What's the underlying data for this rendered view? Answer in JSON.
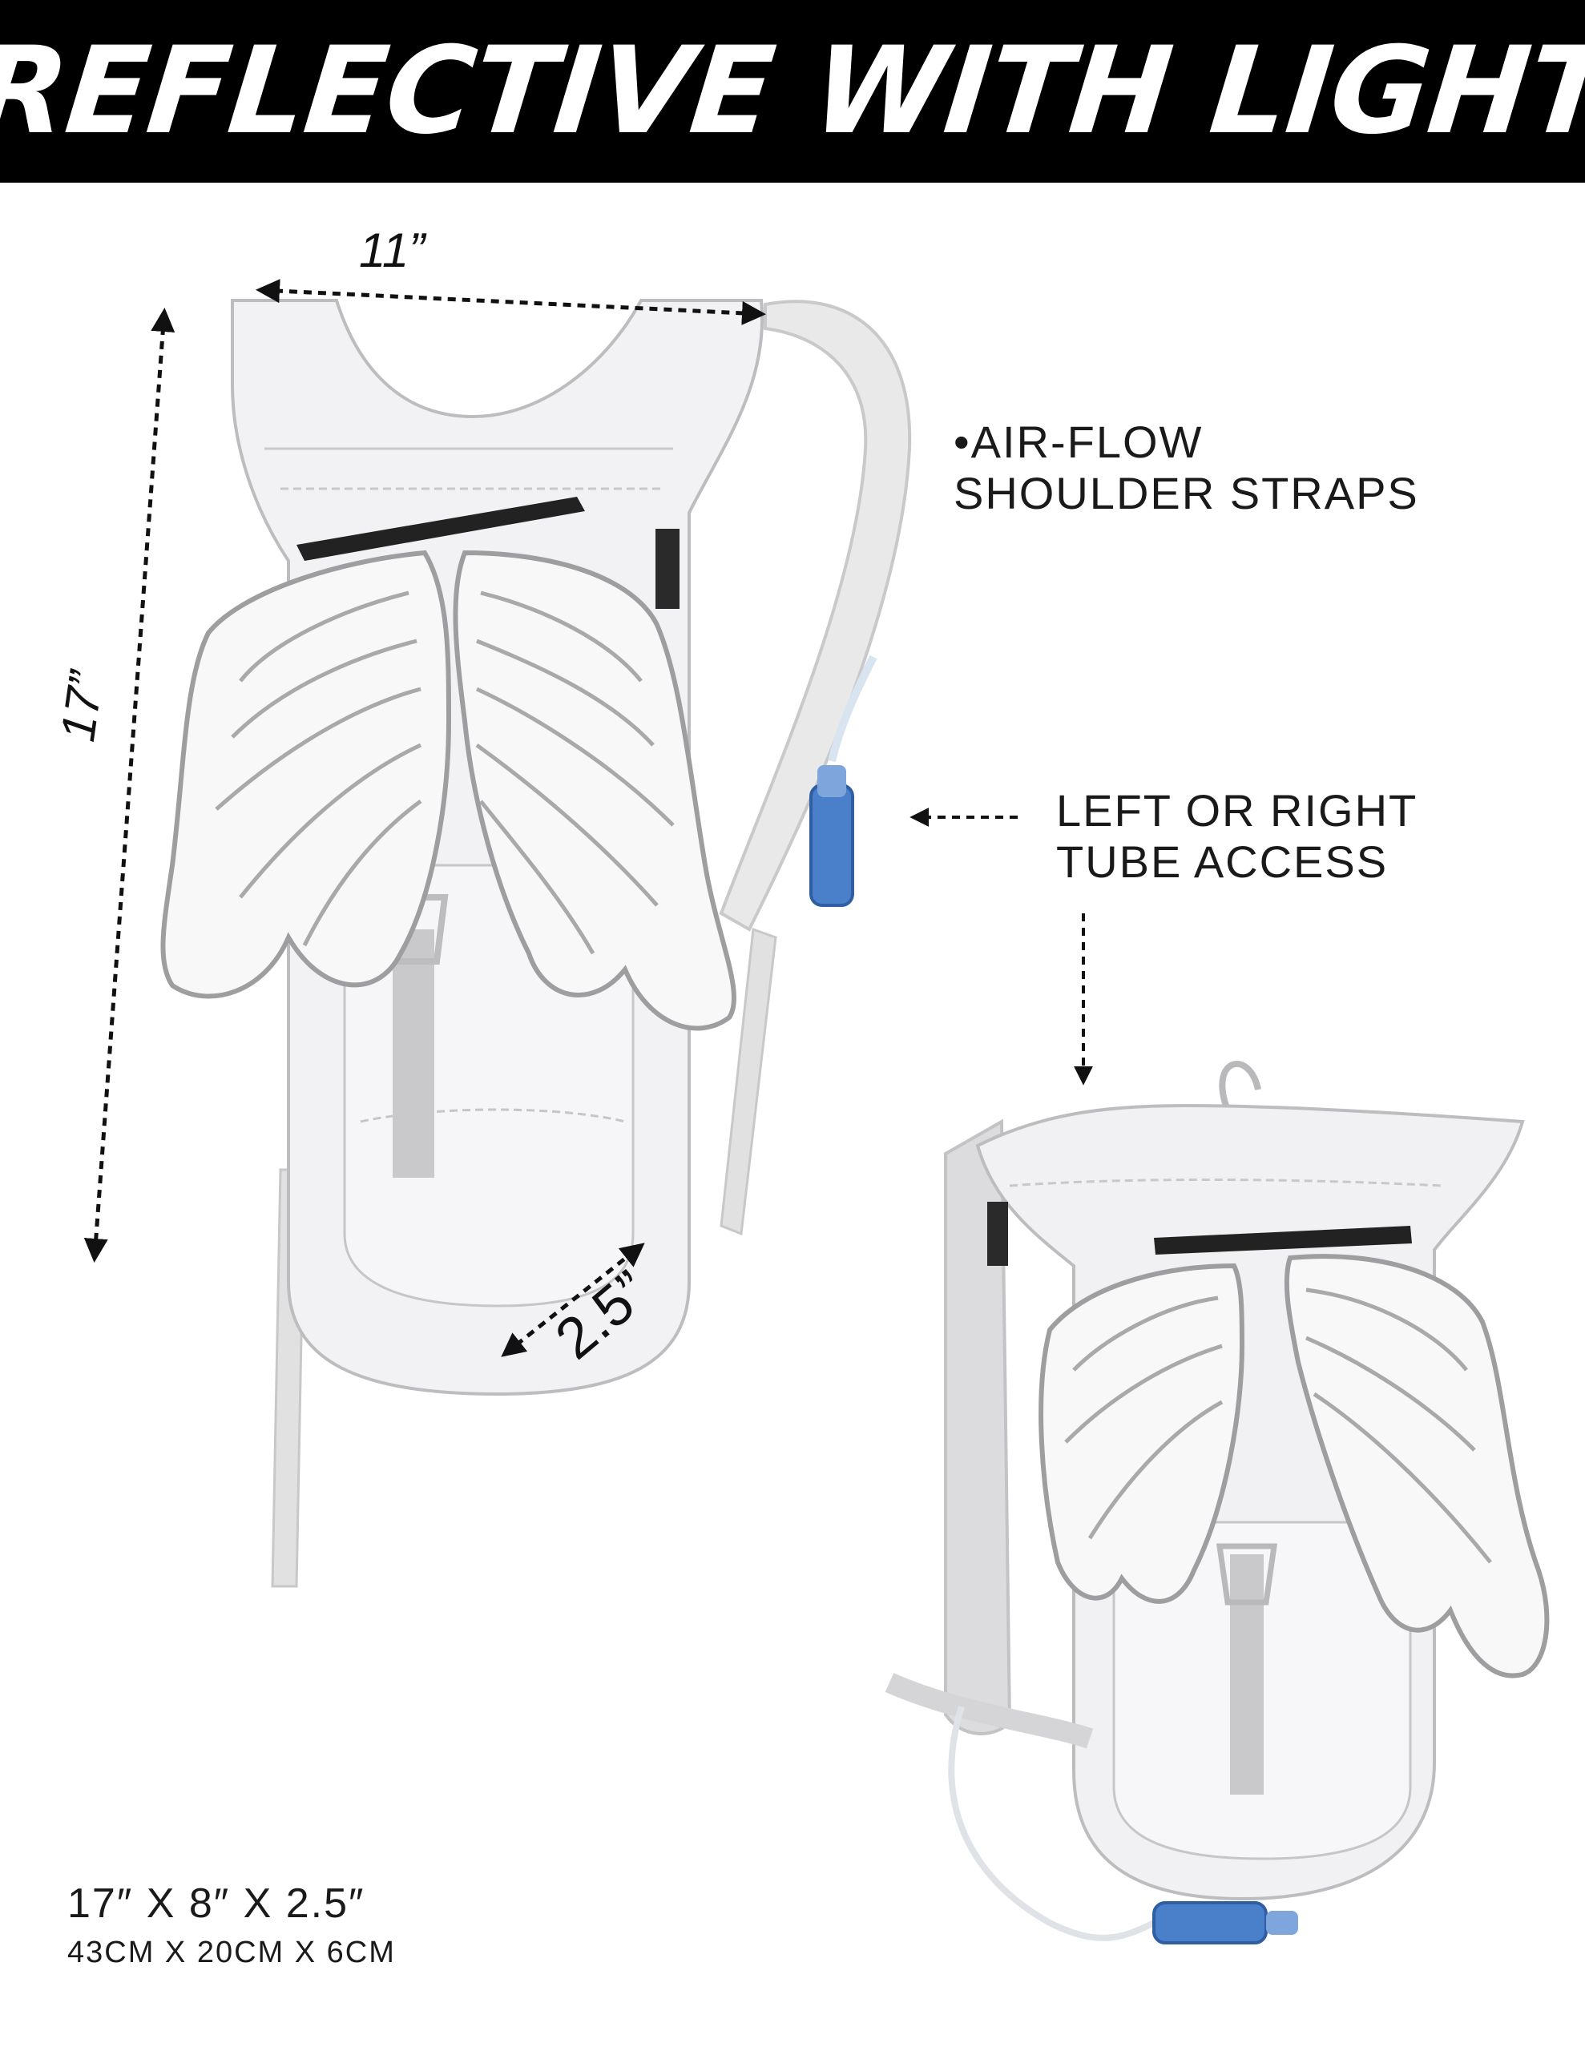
{
  "banner": {
    "title": "REFLECTIVE WITH LIGHT"
  },
  "dimensions": {
    "width": "11”",
    "height": "17”",
    "depth": "2.5”"
  },
  "features": {
    "straps_line1": "•AIR-FLOW",
    "straps_line2": "SHOULDER STRAPS",
    "tube_line1": "LEFT OR RIGHT",
    "tube_line2": "TUBE ACCESS"
  },
  "size": {
    "imperial": "17″ X 8″ X 2.5″",
    "metric": "43CM X 20CM X 6CM"
  },
  "colors": {
    "banner": "#000000",
    "tube_nozzle": "#4a7fc9",
    "fabric": "#f2f2f4"
  }
}
